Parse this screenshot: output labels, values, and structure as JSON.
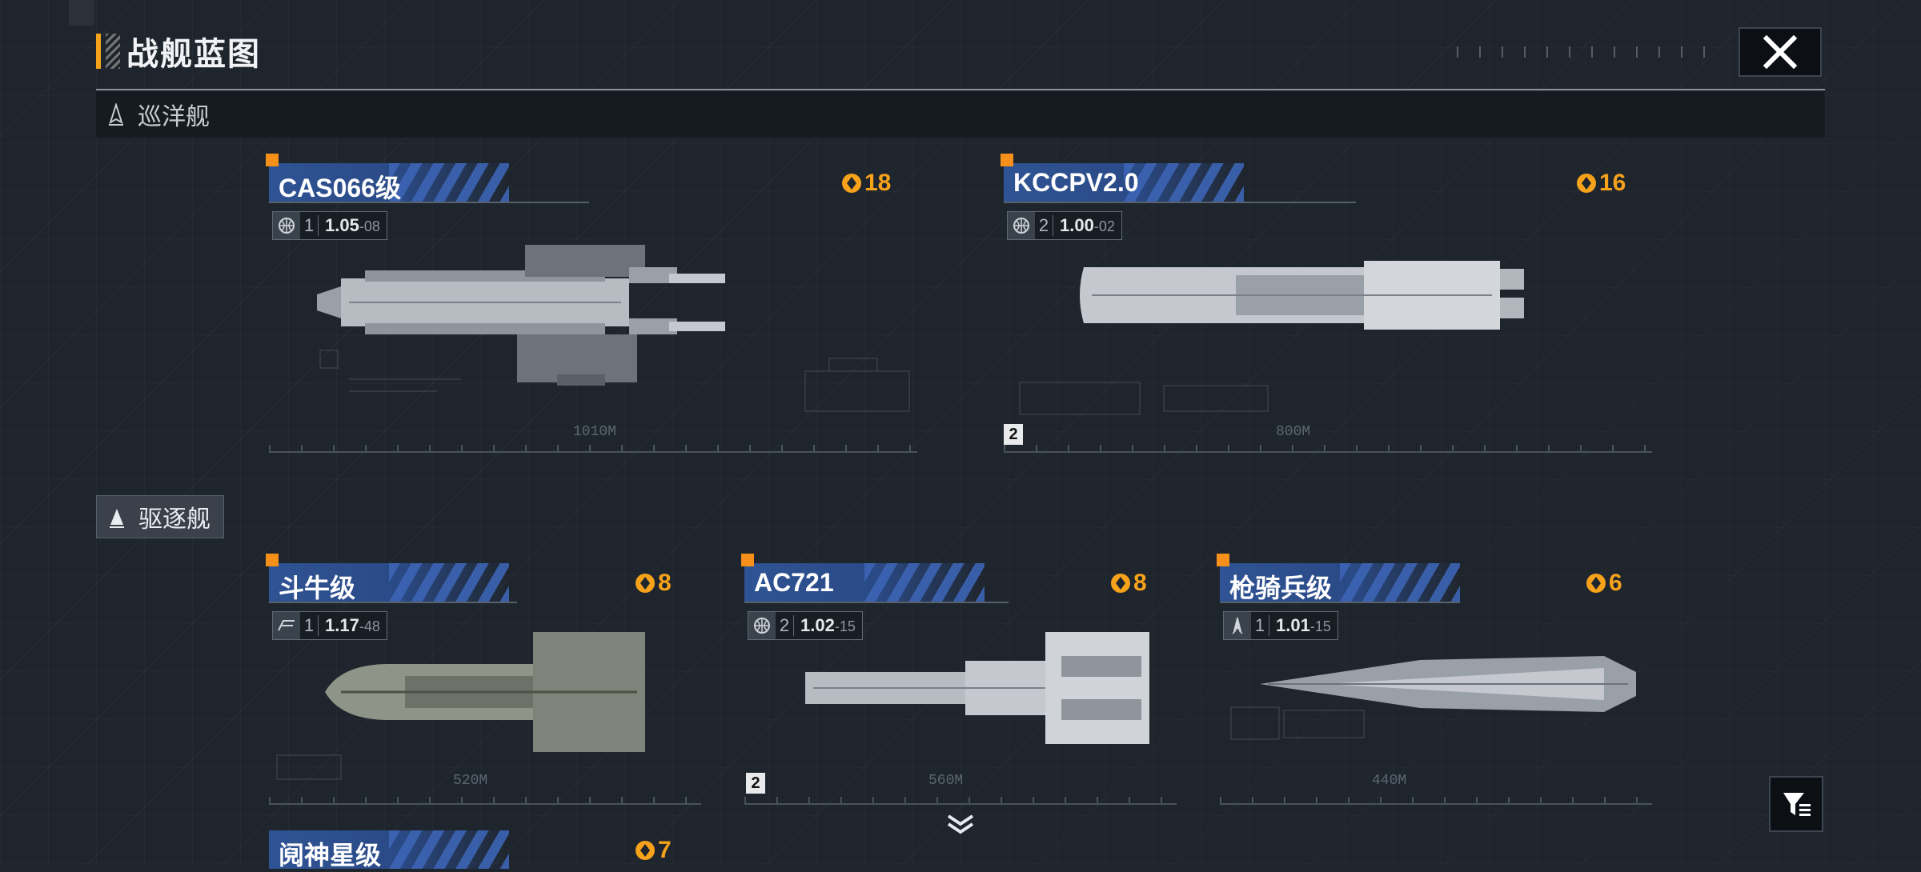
{
  "header": {
    "title": "战舰蓝图"
  },
  "categories": [
    {
      "label": "巡洋舰"
    },
    {
      "label": "驱逐舰"
    }
  ],
  "cruisers": [
    {
      "name": "CAS066级",
      "cost": "18",
      "level": "1",
      "version": "1.05",
      "version_sub": "-08",
      "length": "1010M"
    },
    {
      "name": "KCCPV2.0",
      "cost": "16",
      "level": "2",
      "version": "1.00",
      "version_sub": "-02",
      "length": "800M",
      "badge": "2"
    }
  ],
  "destroyers": [
    {
      "name": "斗牛级",
      "cost": "8",
      "level": "1",
      "version": "1.17",
      "version_sub": "-48",
      "length": "520M"
    },
    {
      "name": "AC721",
      "cost": "8",
      "level": "2",
      "version": "1.02",
      "version_sub": "-15",
      "length": "560M",
      "badge": "2"
    },
    {
      "name": "枪骑兵级",
      "cost": "6",
      "level": "1",
      "version": "1.01",
      "version_sub": "-15",
      "length": "440M"
    }
  ],
  "partial_row": {
    "name": "阋神星级",
    "cost": "7"
  },
  "colors": {
    "accent": "#f6a21a",
    "name_band": "#2f5394",
    "background": "#1f252d"
  },
  "icons": {
    "close": "close-icon",
    "filter": "filter-icon",
    "scroll": "chevron-down-icon",
    "cost": "gear-badge-icon"
  }
}
